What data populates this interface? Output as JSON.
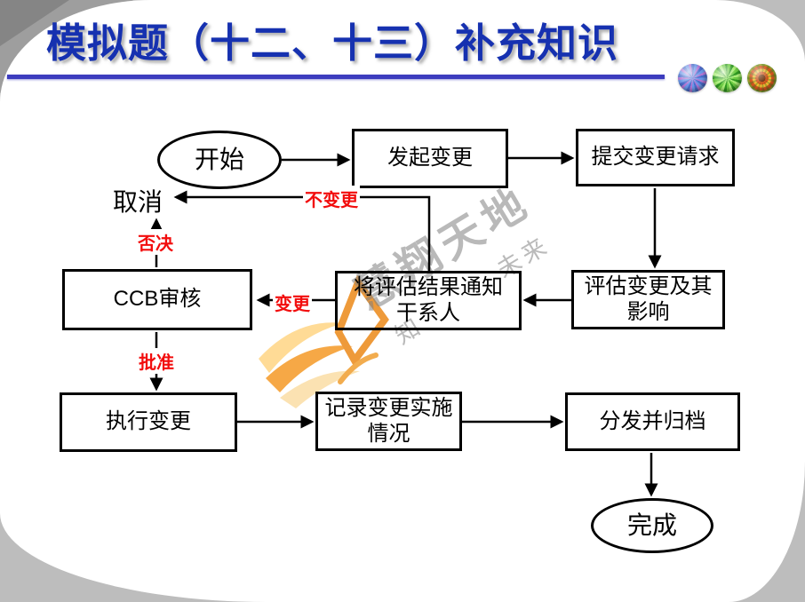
{
  "slide": {
    "title": "模拟题（十二、十三）补充知识",
    "colors": {
      "title_blue": "#1631b0",
      "rule_blue": "#3c3cbe",
      "connector_red": "#f20d0d",
      "background_grey": "#bdbdbd"
    },
    "decor_icons": [
      "blue-pinwheel",
      "green-pinwheel",
      "orange-pinwheel"
    ]
  },
  "watermark": {
    "brand": "慧翔天地",
    "slogan_visible_fragments": [
      "知",
      "未来"
    ],
    "logo": "phoenix-book-logo"
  },
  "flowchart": {
    "nodes": {
      "start": {
        "shape": "ellipse",
        "label": "开始"
      },
      "initiate": {
        "shape": "rect",
        "label": "发起变更"
      },
      "submit": {
        "shape": "rect",
        "label": "提交变更请求"
      },
      "assess": {
        "shape": "rect",
        "label": "评估变更及其\n影响"
      },
      "notify": {
        "shape": "rect",
        "label": "将评估结果通知\n干系人"
      },
      "ccb": {
        "shape": "rect",
        "label": "CCB审核"
      },
      "cancel": {
        "shape": "label",
        "label": "取消"
      },
      "execute": {
        "shape": "rect",
        "label": "执行变更"
      },
      "record": {
        "shape": "rect",
        "label": "记录变更实施\n情况"
      },
      "archive": {
        "shape": "rect",
        "label": "分发并归档"
      },
      "done": {
        "shape": "ellipse",
        "label": "完成"
      }
    },
    "edge_labels": {
      "no_change": "不变更",
      "reject": "否决",
      "change": "变更",
      "approve": "批准"
    }
  }
}
